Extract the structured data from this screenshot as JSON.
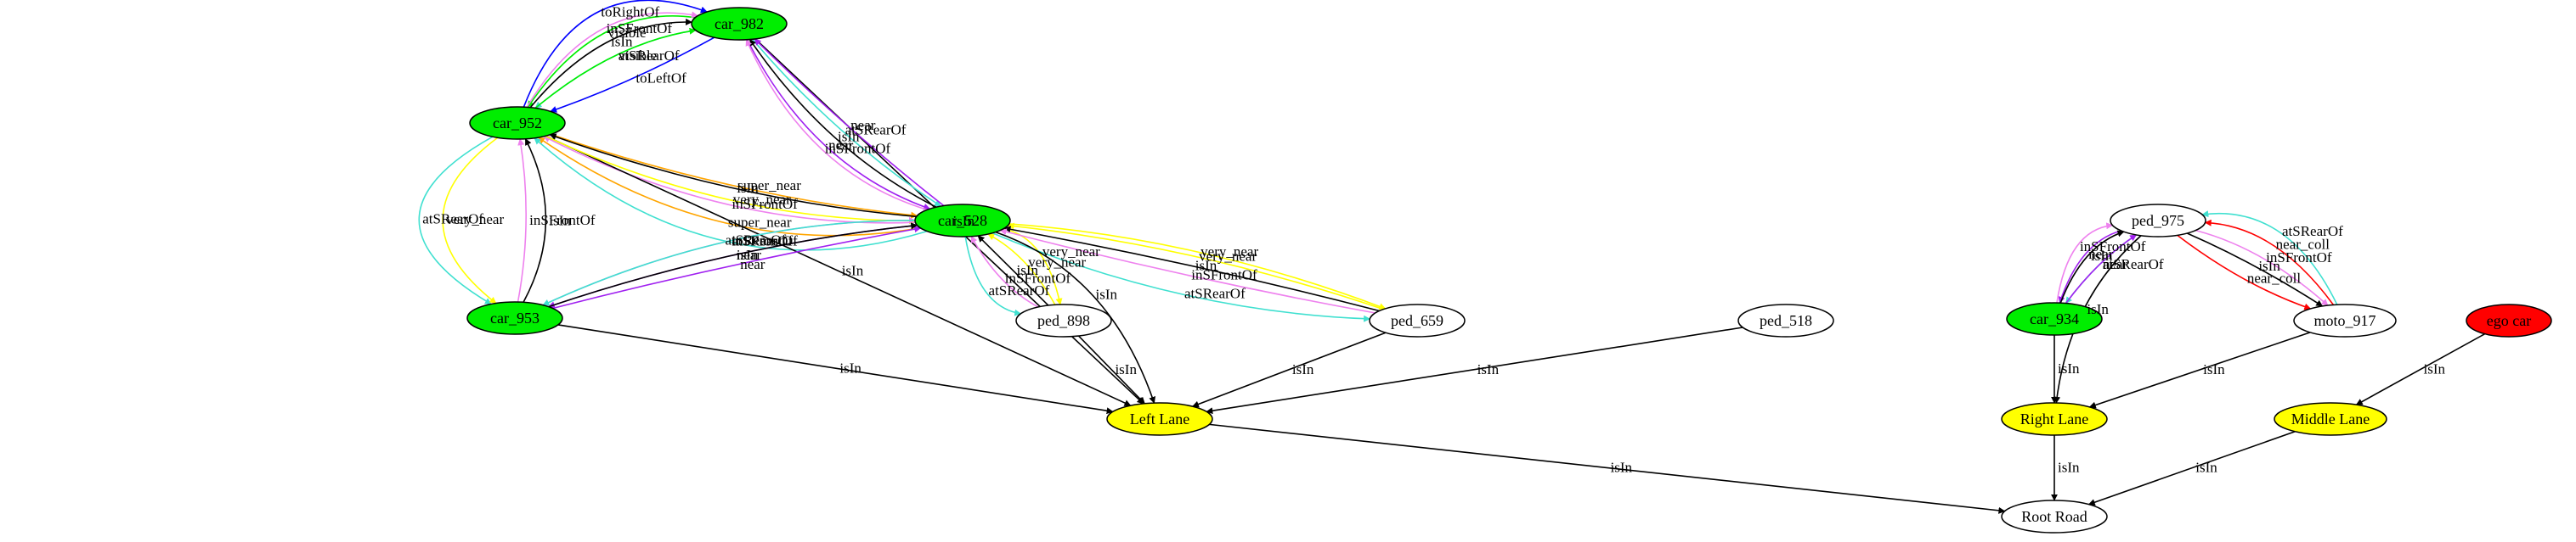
{
  "colors": {
    "car": "#00ee00",
    "lane": "#ffff00",
    "ego": "#ff0000",
    "plain": "#ffffff"
  },
  "nodes": [
    {
      "id": "car_982",
      "label": "car_982",
      "kind": "car"
    },
    {
      "id": "car_952",
      "label": "car_952",
      "kind": "car"
    },
    {
      "id": "car_528",
      "label": "car_528",
      "kind": "car"
    },
    {
      "id": "car_953",
      "label": "car_953",
      "kind": "car"
    },
    {
      "id": "ped_898",
      "label": "ped_898",
      "kind": "plain"
    },
    {
      "id": "ped_659",
      "label": "ped_659",
      "kind": "plain"
    },
    {
      "id": "ped_518",
      "label": "ped_518",
      "kind": "plain"
    },
    {
      "id": "left_lane",
      "label": "Left Lane",
      "kind": "lane"
    },
    {
      "id": "ped_975",
      "label": "ped_975",
      "kind": "plain"
    },
    {
      "id": "car_934",
      "label": "car_934",
      "kind": "car"
    },
    {
      "id": "moto_917",
      "label": "moto_917",
      "kind": "plain"
    },
    {
      "id": "ego_car",
      "label": "ego car",
      "kind": "ego"
    },
    {
      "id": "right_lane",
      "label": "Right Lane",
      "kind": "lane"
    },
    {
      "id": "middle_lane",
      "label": "Middle Lane",
      "kind": "lane"
    },
    {
      "id": "root_road",
      "label": "Root Road",
      "kind": "plain"
    }
  ],
  "edges": [
    {
      "from": "car_982",
      "to": "left_lane",
      "label": "isIn",
      "color": "#000000"
    },
    {
      "from": "car_982",
      "to": "car_952",
      "label": "visible",
      "color": "#00ee00"
    },
    {
      "from": "car_982",
      "to": "car_952",
      "label": "atSRearOf",
      "color": "#40e0d0"
    },
    {
      "from": "car_982",
      "to": "car_952",
      "label": "toLeftOf",
      "color": "#0000ff"
    },
    {
      "from": "car_952",
      "to": "car_982",
      "label": "visible",
      "color": "#00ee00"
    },
    {
      "from": "car_952",
      "to": "car_982",
      "label": "isIn",
      "color": "#000000"
    },
    {
      "from": "car_952",
      "to": "car_982",
      "label": "inSFrontOf",
      "color": "#ee82ee"
    },
    {
      "from": "car_952",
      "to": "car_982",
      "label": "toRightOf",
      "color": "#0000ff"
    },
    {
      "from": "car_982",
      "to": "car_528",
      "label": "near",
      "color": "#a020f0"
    },
    {
      "from": "car_982",
      "to": "car_528",
      "label": "atSRearOf",
      "color": "#40e0d0"
    },
    {
      "from": "car_528",
      "to": "car_982",
      "label": "near",
      "color": "#a020f0"
    },
    {
      "from": "car_528",
      "to": "car_982",
      "label": "isIn",
      "color": "#000000"
    },
    {
      "from": "car_528",
      "to": "car_982",
      "label": "inSFrontOf",
      "color": "#ee82ee"
    },
    {
      "from": "car_952",
      "to": "car_528",
      "label": "super_near",
      "color": "#ffa500"
    },
    {
      "from": "car_528",
      "to": "car_952",
      "label": "isIn",
      "color": "#000000"
    },
    {
      "from": "car_528",
      "to": "car_952",
      "label": "inSFrontOf",
      "color": "#ee82ee"
    },
    {
      "from": "car_528",
      "to": "car_952",
      "label": "super_near",
      "color": "#ffa500"
    },
    {
      "from": "car_528",
      "to": "car_952",
      "label": "atSRearOf",
      "color": "#40e0d0"
    },
    {
      "from": "car_952",
      "to": "car_953",
      "label": "atSRearOf",
      "color": "#40e0d0"
    },
    {
      "from": "car_952",
      "to": "car_953",
      "label": "very_near",
      "color": "#ffff00"
    },
    {
      "from": "car_953",
      "to": "car_952",
      "label": "isIn",
      "color": "#000000"
    },
    {
      "from": "car_953",
      "to": "car_952",
      "label": "inSFrontOf",
      "color": "#ee82ee"
    },
    {
      "from": "car_952",
      "to": "left_lane",
      "label": "isIn",
      "color": "#000000"
    },
    {
      "from": "car_952",
      "to": "car_528",
      "label": "very_near",
      "color": "#ffff00"
    },
    {
      "from": "car_528",
      "to": "car_953",
      "label": "near",
      "color": "#a020f0"
    },
    {
      "from": "car_953",
      "to": "car_528",
      "label": "near",
      "color": "#a020f0"
    },
    {
      "from": "car_953",
      "to": "car_528",
      "label": "isIn",
      "color": "#000000"
    },
    {
      "from": "car_953",
      "to": "car_528",
      "label": "inSFrontOf",
      "color": "#ee82ee"
    },
    {
      "from": "car_528",
      "to": "car_953",
      "label": "atSRearOf",
      "color": "#40e0d0"
    },
    {
      "from": "car_528",
      "to": "ped_898",
      "label": "atSRearOf",
      "color": "#40e0d0"
    },
    {
      "from": "ped_898",
      "to": "car_528",
      "label": "very_near",
      "color": "#ffff00"
    },
    {
      "from": "ped_898",
      "to": "car_528",
      "label": "isIn",
      "color": "#000000"
    },
    {
      "from": "ped_898",
      "to": "car_528",
      "label": "inSFrontOf",
      "color": "#ee82ee"
    },
    {
      "from": "car_528",
      "to": "ped_898",
      "label": "very_near",
      "color": "#ffff00"
    },
    {
      "from": "car_528",
      "to": "ped_659",
      "label": "atSRearOf",
      "color": "#40e0d0"
    },
    {
      "from": "ped_659",
      "to": "car_528",
      "label": "very_near",
      "color": "#ffff00"
    },
    {
      "from": "ped_659",
      "to": "car_528",
      "label": "isIn",
      "color": "#000000"
    },
    {
      "from": "ped_659",
      "to": "car_528",
      "label": "inSFrontOf",
      "color": "#ee82ee"
    },
    {
      "from": "car_528",
      "to": "ped_659",
      "label": "very_near",
      "color": "#ffff00"
    },
    {
      "from": "car_528",
      "to": "left_lane",
      "label": "isIn",
      "color": "#000000"
    },
    {
      "from": "car_953",
      "to": "left_lane",
      "label": "isIn",
      "color": "#000000"
    },
    {
      "from": "ped_898",
      "to": "left_lane",
      "label": "isIn",
      "color": "#000000"
    },
    {
      "from": "ped_659",
      "to": "left_lane",
      "label": "isIn",
      "color": "#000000"
    },
    {
      "from": "ped_518",
      "to": "left_lane",
      "label": "isIn",
      "color": "#000000"
    },
    {
      "from": "left_lane",
      "to": "root_road",
      "label": "isIn",
      "color": "#000000"
    },
    {
      "from": "ped_975",
      "to": "car_934",
      "label": "near",
      "color": "#a020f0"
    },
    {
      "from": "ped_975",
      "to": "car_934",
      "label": "atSRearOf",
      "color": "#40e0d0"
    },
    {
      "from": "car_934",
      "to": "ped_975",
      "label": "near",
      "color": "#a020f0"
    },
    {
      "from": "car_934",
      "to": "ped_975",
      "label": "isIn",
      "color": "#000000"
    },
    {
      "from": "car_934",
      "to": "ped_975",
      "label": "inSFrontOf",
      "color": "#ee82ee"
    },
    {
      "from": "ped_975",
      "to": "right_lane",
      "label": "isIn",
      "color": "#000000"
    },
    {
      "from": "ped_975",
      "to": "moto_917",
      "label": "near_coll",
      "color": "#ff0000"
    },
    {
      "from": "ped_975",
      "to": "moto_917",
      "label": "isIn",
      "color": "#000000"
    },
    {
      "from": "ped_975",
      "to": "moto_917",
      "label": "inSFrontOf",
      "color": "#ee82ee"
    },
    {
      "from": "moto_917",
      "to": "ped_975",
      "label": "near_coll",
      "color": "#ff0000"
    },
    {
      "from": "moto_917",
      "to": "ped_975",
      "label": "atSRearOf",
      "color": "#40e0d0"
    },
    {
      "from": "car_934",
      "to": "right_lane",
      "label": "isIn",
      "color": "#000000"
    },
    {
      "from": "moto_917",
      "to": "right_lane",
      "label": "isIn",
      "color": "#000000"
    },
    {
      "from": "ego_car",
      "to": "middle_lane",
      "label": "isIn",
      "color": "#000000"
    },
    {
      "from": "right_lane",
      "to": "root_road",
      "label": "isIn",
      "color": "#000000"
    },
    {
      "from": "middle_lane",
      "to": "root_road",
      "label": "isIn",
      "color": "#000000"
    }
  ]
}
